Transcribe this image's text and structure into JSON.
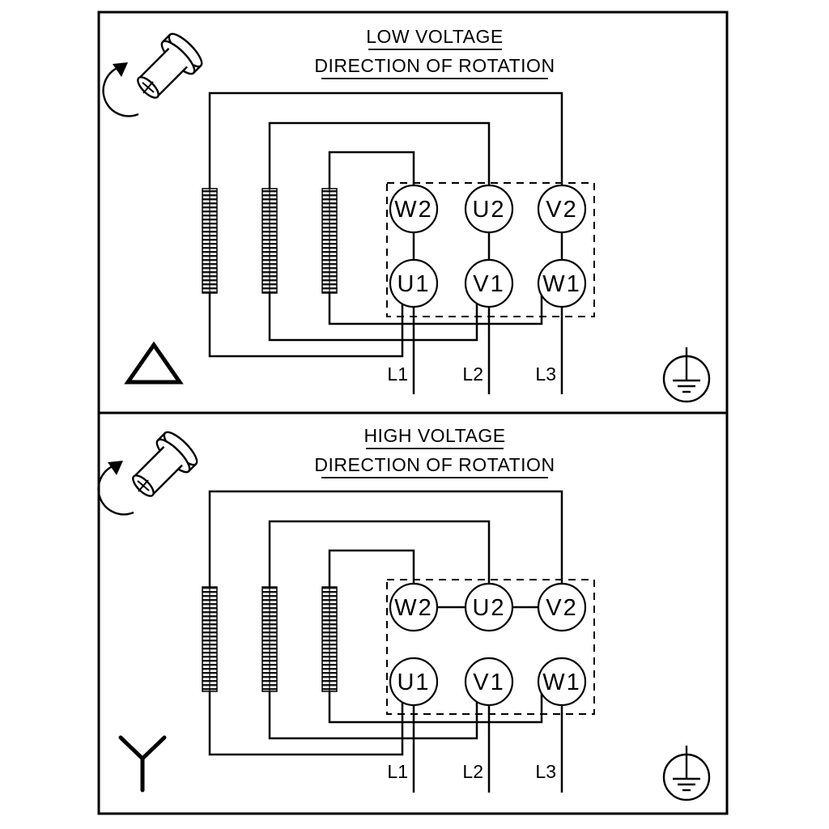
{
  "panels": [
    {
      "title": "LOW VOLTAGE",
      "subtitle": "DIRECTION OF ROTATION",
      "connection_symbol": "delta",
      "terminals": {
        "top": [
          "W2",
          "U2",
          "V2"
        ],
        "bottom": [
          "U1",
          "V1",
          "W1"
        ]
      },
      "supply_lines": [
        "L1",
        "L2",
        "L3"
      ]
    },
    {
      "title": "HIGH VOLTAGE",
      "subtitle": "DIRECTION OF ROTATION",
      "connection_symbol": "star",
      "terminals": {
        "top": [
          "W2",
          "U2",
          "V2"
        ],
        "bottom": [
          "U1",
          "V1",
          "W1"
        ]
      },
      "supply_lines": [
        "L1",
        "L2",
        "L3"
      ]
    }
  ],
  "icons": {
    "rotation_icon": "motor-shaft-rotation-arrow",
    "ground_icon": "protective-earth-ground",
    "delta_symbol": "delta-connection",
    "star_symbol": "star-connection"
  },
  "colors": {
    "ink": "#000000",
    "background": "#ffffff"
  }
}
